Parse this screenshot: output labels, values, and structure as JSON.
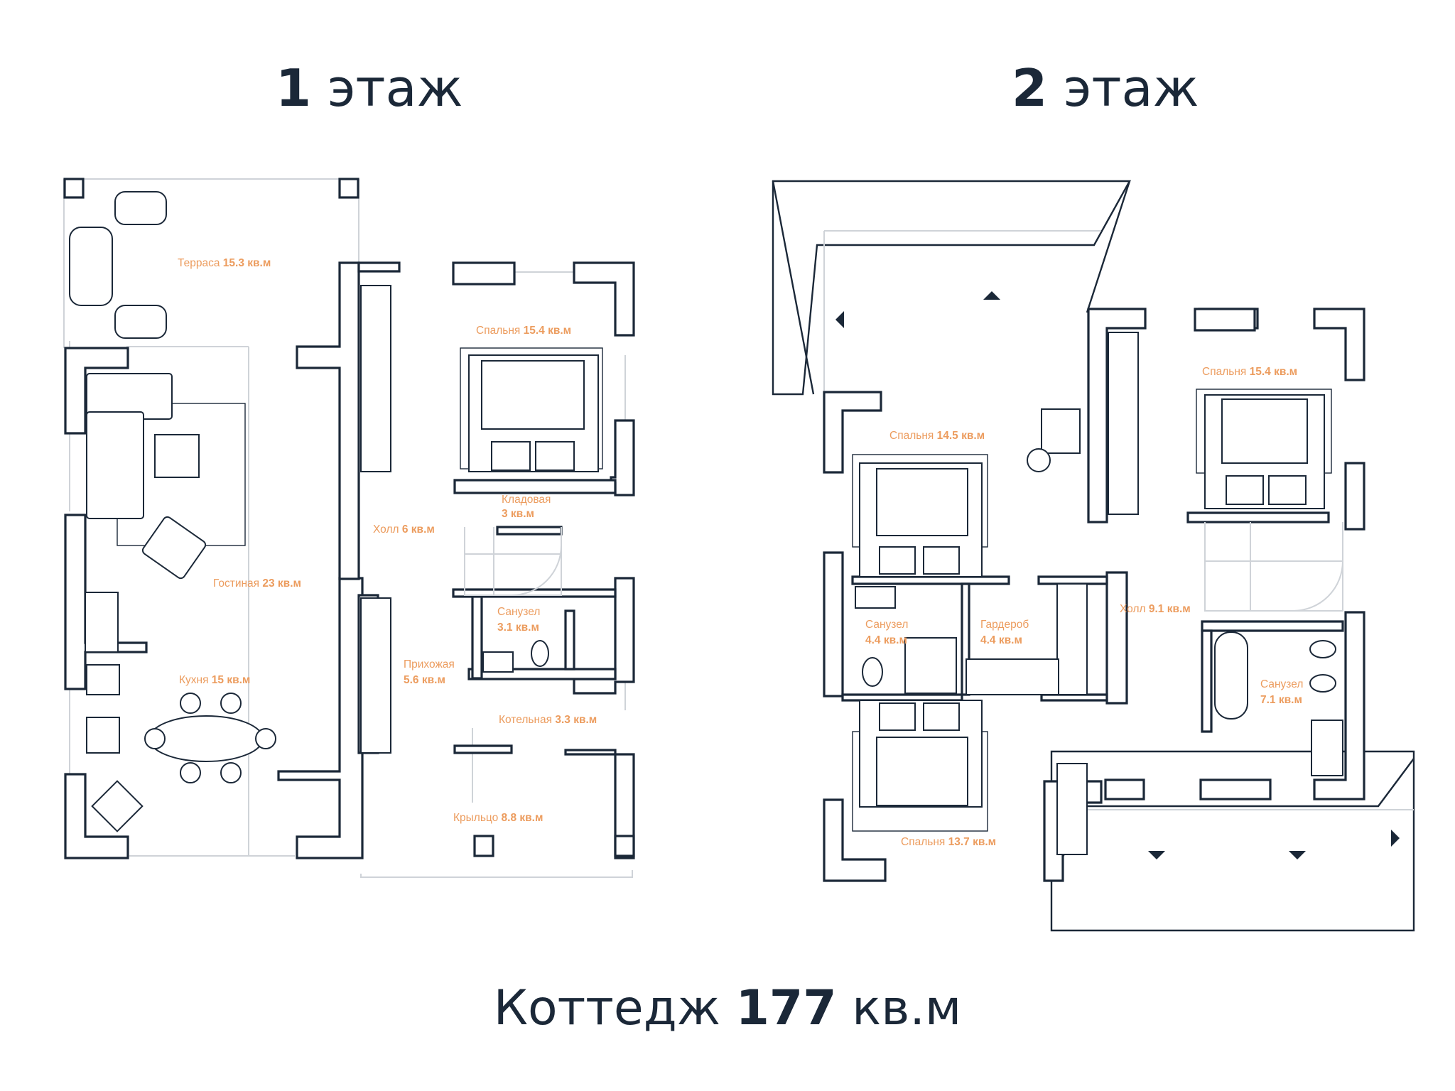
{
  "floors": [
    {
      "number": "1",
      "word": "этаж"
    },
    {
      "number": "2",
      "word": "этаж"
    }
  ],
  "title": {
    "prefix": "Коттедж",
    "value": "177",
    "unit": "кв.м"
  },
  "rooms": [
    {
      "key": "terrace",
      "name": "Терраса",
      "area": "15.3 кв.м"
    },
    {
      "key": "bed1",
      "name": "Спальня",
      "area": "15.4 кв.м"
    },
    {
      "key": "pantry",
      "name": "Кладовая",
      "area": "3 кв.м"
    },
    {
      "key": "hall1",
      "name": "Холл",
      "area": "6 кв.м"
    },
    {
      "key": "living",
      "name": "Гостиная",
      "area": "23 кв.м"
    },
    {
      "key": "wc1",
      "name": "Санузел",
      "area": "3.1 кв.м"
    },
    {
      "key": "entry",
      "name": "Прихожая",
      "area": "5.6 кв.м"
    },
    {
      "key": "kitchen",
      "name": "Кухня",
      "area": "15 кв.м"
    },
    {
      "key": "boiler",
      "name": "Котельная",
      "area": "3.3 кв.м"
    },
    {
      "key": "porch",
      "name": "Крыльцо",
      "area": "8.8 кв.м"
    },
    {
      "key": "bed2a",
      "name": "Спальня",
      "area": "14.5 кв.м"
    },
    {
      "key": "bed2b",
      "name": "Спальня",
      "area": "15.4 кв.м"
    },
    {
      "key": "wc2a",
      "name": "Санузел",
      "area": "4.4 кв.м"
    },
    {
      "key": "wardrobe",
      "name": "Гардероб",
      "area": "4.4 кв.м"
    },
    {
      "key": "hall2",
      "name": "Холл",
      "area": "9.1 кв.м"
    },
    {
      "key": "wc2b",
      "name": "Санузел",
      "area": "7.1 кв.м"
    },
    {
      "key": "bed2c",
      "name": "Спальня",
      "area": "13.7 кв.м"
    }
  ],
  "colors": {
    "walls": "#1b2838",
    "labels": "#ec9c5e",
    "thin_lines": "#cfd3d8"
  }
}
